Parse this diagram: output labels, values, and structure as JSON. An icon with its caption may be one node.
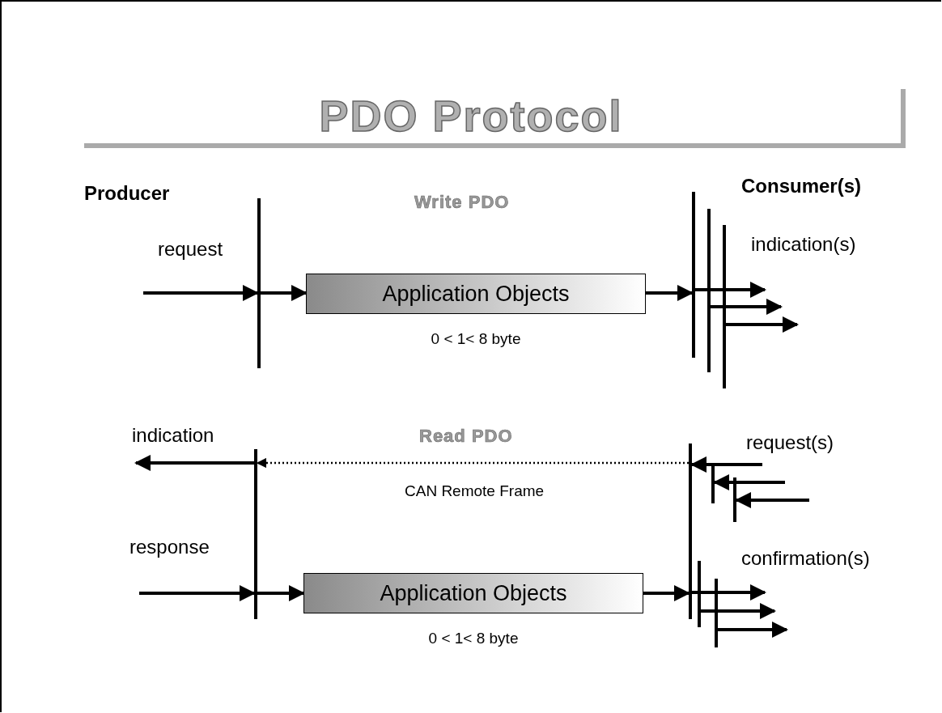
{
  "diagram": {
    "title": "PDO Protocol",
    "nodes": [
      {
        "text": [],
        "shape": "bar"
      },
      {
        "text": [
          "Application Objects"
        ],
        "beside": [
          "0 < 1< 8 byte"
        ]
      },
      {
        "text": [],
        "shape": "bar"
      },
      {
        "text": [],
        "shape": "bar"
      },
      {
        "text": [],
        "shape": "bar"
      },
      {
        "text": [],
        "shape": "bar"
      },
      {
        "text": [],
        "shape": "bar"
      },
      {
        "text": [],
        "shape": "bar"
      },
      {
        "text": [],
        "shape": "bar"
      },
      {
        "text": [
          "Application Objects"
        ],
        "beside": [
          "0 < 1< 8 byte"
        ]
      },
      {
        "text": [],
        "shape": "bar"
      },
      {
        "text": [],
        "shape": "bar"
      }
    ],
    "edges": [
      {
        "from": null,
        "to": 0,
        "arrow": "to",
        "label": "request"
      },
      {
        "from": 0,
        "to": 1,
        "arrow": "to"
      },
      {
        "from": 1,
        "to": 2,
        "arrow": "to"
      },
      {
        "from": 2,
        "to": null,
        "arrow": "to"
      },
      {
        "from": 3,
        "to": null,
        "arrow": "to"
      },
      {
        "from": 4,
        "to": null,
        "arrow": "to"
      },
      {
        "from": 5,
        "to": null,
        "arrow": "to",
        "label": "indication"
      },
      {
        "from": 6,
        "to": 5,
        "arrow": "to",
        "label": "CAN Remote Frame",
        "style": "dashed"
      },
      {
        "from": null,
        "to": 6,
        "arrow": "to"
      },
      {
        "from": null,
        "to": 7,
        "arrow": "to"
      },
      {
        "from": null,
        "to": 8,
        "arrow": "to"
      },
      {
        "from": null,
        "to": 5,
        "arrow": "to",
        "label": "response"
      },
      {
        "from": 5,
        "to": 9,
        "arrow": "to"
      },
      {
        "from": 9,
        "to": 6,
        "arrow": "to"
      },
      {
        "from": 6,
        "to": null,
        "arrow": "to"
      },
      {
        "from": 10,
        "to": null,
        "arrow": "to"
      },
      {
        "from": 11,
        "to": null,
        "arrow": "to"
      }
    ],
    "labels": [
      "Producer",
      "Write PDO",
      "Consumer(s)",
      "indication(s)",
      "Read PDO",
      "request(s)",
      "confirmation(s)"
    ]
  }
}
